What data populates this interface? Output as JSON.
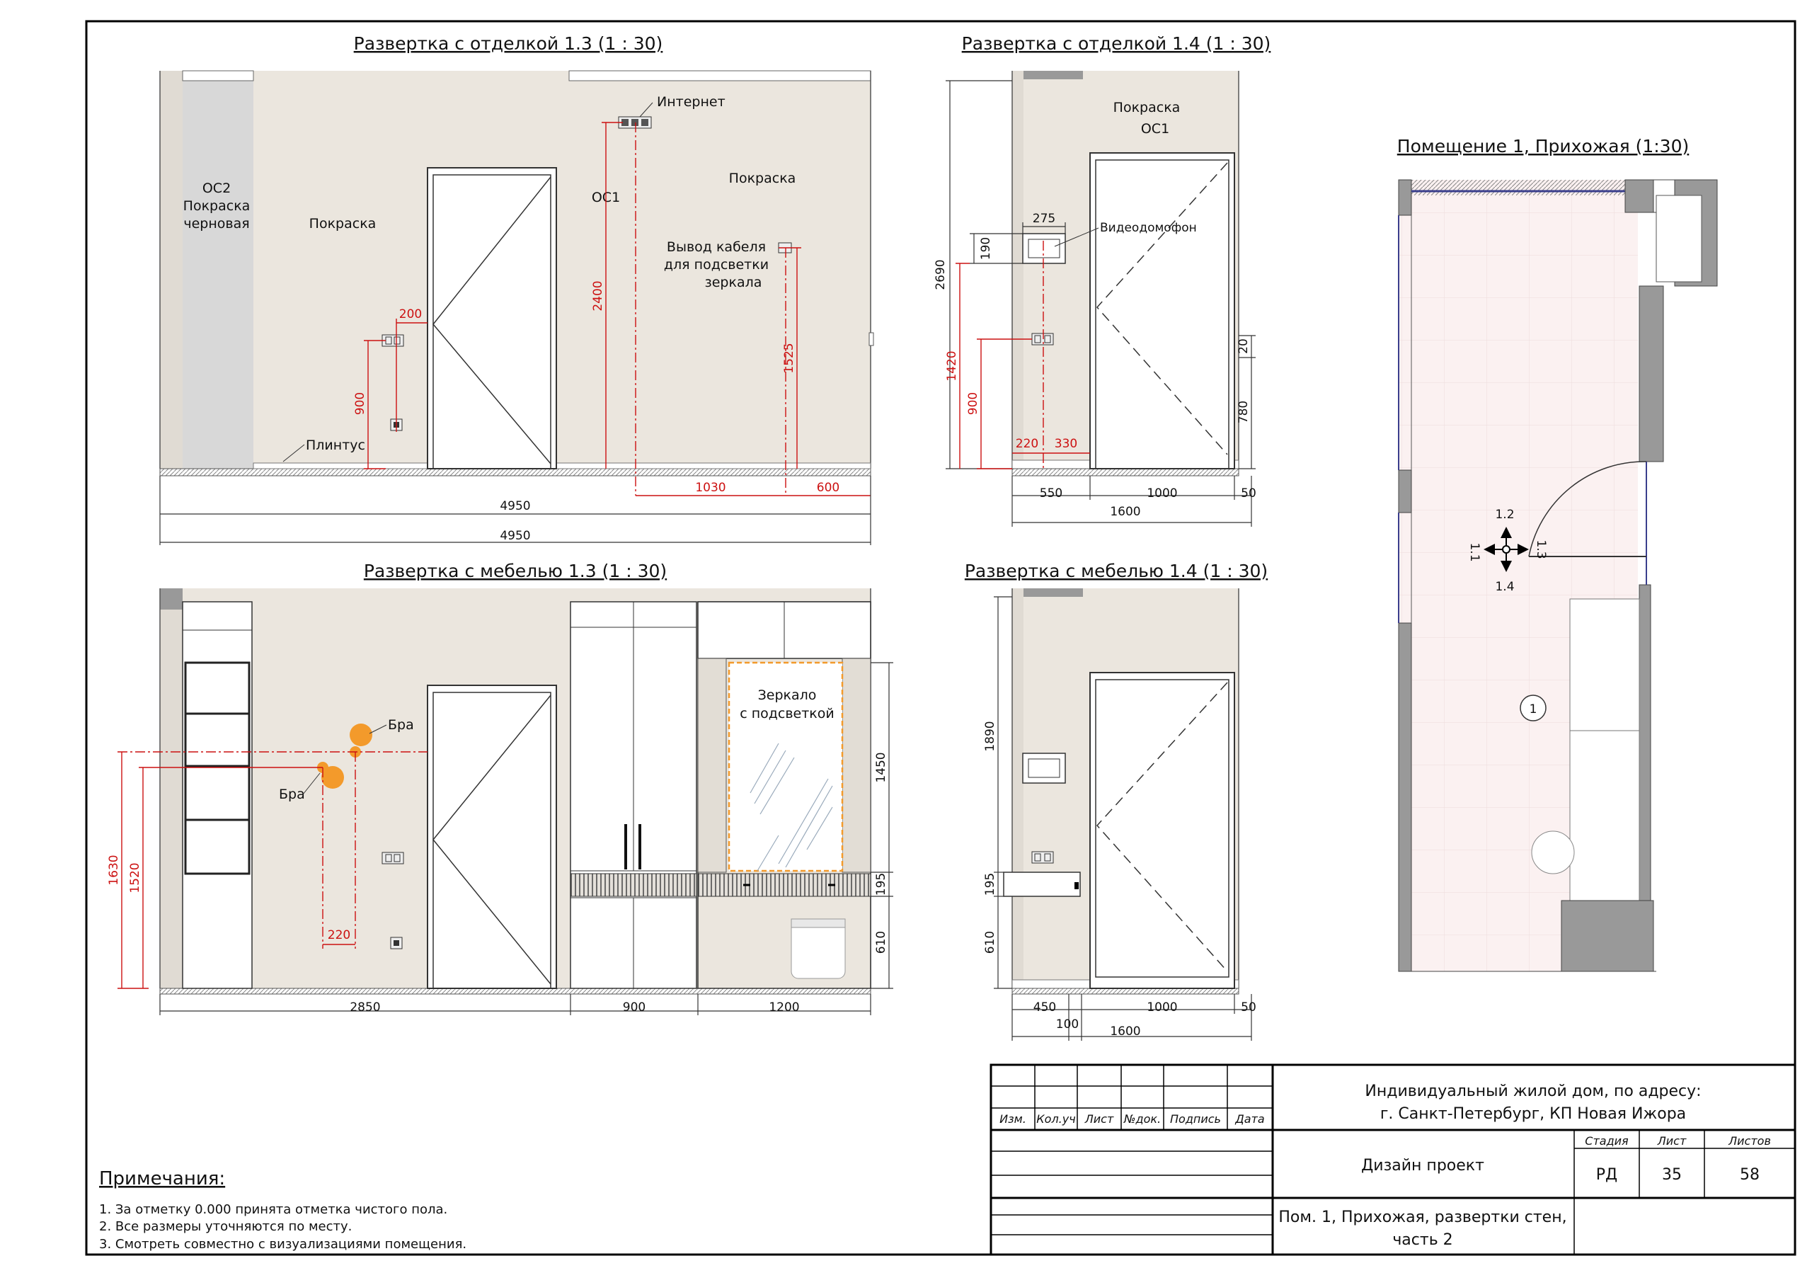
{
  "sheet": {
    "titles": {
      "finish_13": "Развертка с отделкой 1.3 (1 : 30)",
      "finish_14": "Развертка с отделкой 1.4 (1 : 30)",
      "furn_13": "Развертка с мебелью 1.3 (1 : 30)",
      "furn_14": "Развертка с мебелью 1.4 (1 : 30)",
      "plan": "Помещение 1, Прихожая (1:30)"
    },
    "finish_13": {
      "oc2": "ОС2",
      "oc2_paint": "Покраска",
      "oc2_rough": "черновая",
      "paint_left": "Покраска",
      "paint_right": "Покраска",
      "oc1": "ОС1",
      "internet": "Интернет",
      "cable_1": "Вывод кабеля",
      "cable_2": "для подсветки",
      "cable_3": "зеркала",
      "plinth": "Плинтус",
      "d200": "200",
      "d900": "900",
      "d2400": "2400",
      "d1525": "1525",
      "d1030": "1030",
      "d600": "600",
      "total1": "4950",
      "total2": "4950"
    },
    "finish_14": {
      "paint": "Покраска",
      "oc1": "ОС1",
      "videophone": "Видеодомофон",
      "d275": "275",
      "d190": "190",
      "d2690": "2690",
      "d1420": "1420",
      "d900": "900",
      "d220": "220",
      "d330": "330",
      "d20": "20",
      "d780": "780",
      "d550": "550",
      "d1000": "1000",
      "d50": "50",
      "d1600": "1600"
    },
    "furn_13": {
      "bra_top": "Бра",
      "bra_left": "Бра",
      "mirror_1": "Зеркало",
      "mirror_2": "с подсветкой",
      "d1630": "1630",
      "d1520": "1520",
      "d220": "220",
      "d1450": "1450",
      "d195": "195",
      "d610": "610",
      "d2850": "2850",
      "d900": "900",
      "d1200": "1200"
    },
    "furn_14": {
      "d1890": "1890",
      "d195": "195",
      "d610": "610",
      "d450": "450",
      "d1000": "1000",
      "d50": "50",
      "d100": "100",
      "d1600": "1600"
    },
    "plan": {
      "v12": "1.2",
      "v11": "1.1",
      "v13": "1.3",
      "v14": "1.4",
      "room_no": "1"
    },
    "notes": {
      "heading": "Примечания:",
      "items": [
        "1.   За отметку 0.000 принята отметка чистого пола.",
        "2.   Все размеры уточняются по месту.",
        "3.   Смотреть совместно с визуализациями помещения."
      ]
    },
    "stamp": {
      "cols": [
        "Изм.",
        "Кол.уч",
        "Лист",
        "№док.",
        "Подпись",
        "Дата"
      ],
      "project_1": "Индивидуальный жилой дом, по адресу:",
      "project_2": "г. Санкт-Петербург, КП Новая Ижора",
      "design": "Дизайн проект",
      "stage_label": "Стадия",
      "sheet_label": "Лист",
      "sheets_label": "Листов",
      "stage": "РД",
      "sheet_no": "35",
      "sheets_total": "58",
      "drawing_1": "Пом. 1, Прихожая, развертки стен,",
      "drawing_2": "часть 2"
    },
    "colors": {
      "wall": "#ebe6de",
      "wall_dark": "#d8d8d8",
      "dim_red": "#cc1111",
      "lamp": "#f39a2b",
      "mirror_frame": "#f39a2b",
      "plan_floor": "#fbf1f1",
      "plan_window": "#3a3e8c"
    }
  }
}
